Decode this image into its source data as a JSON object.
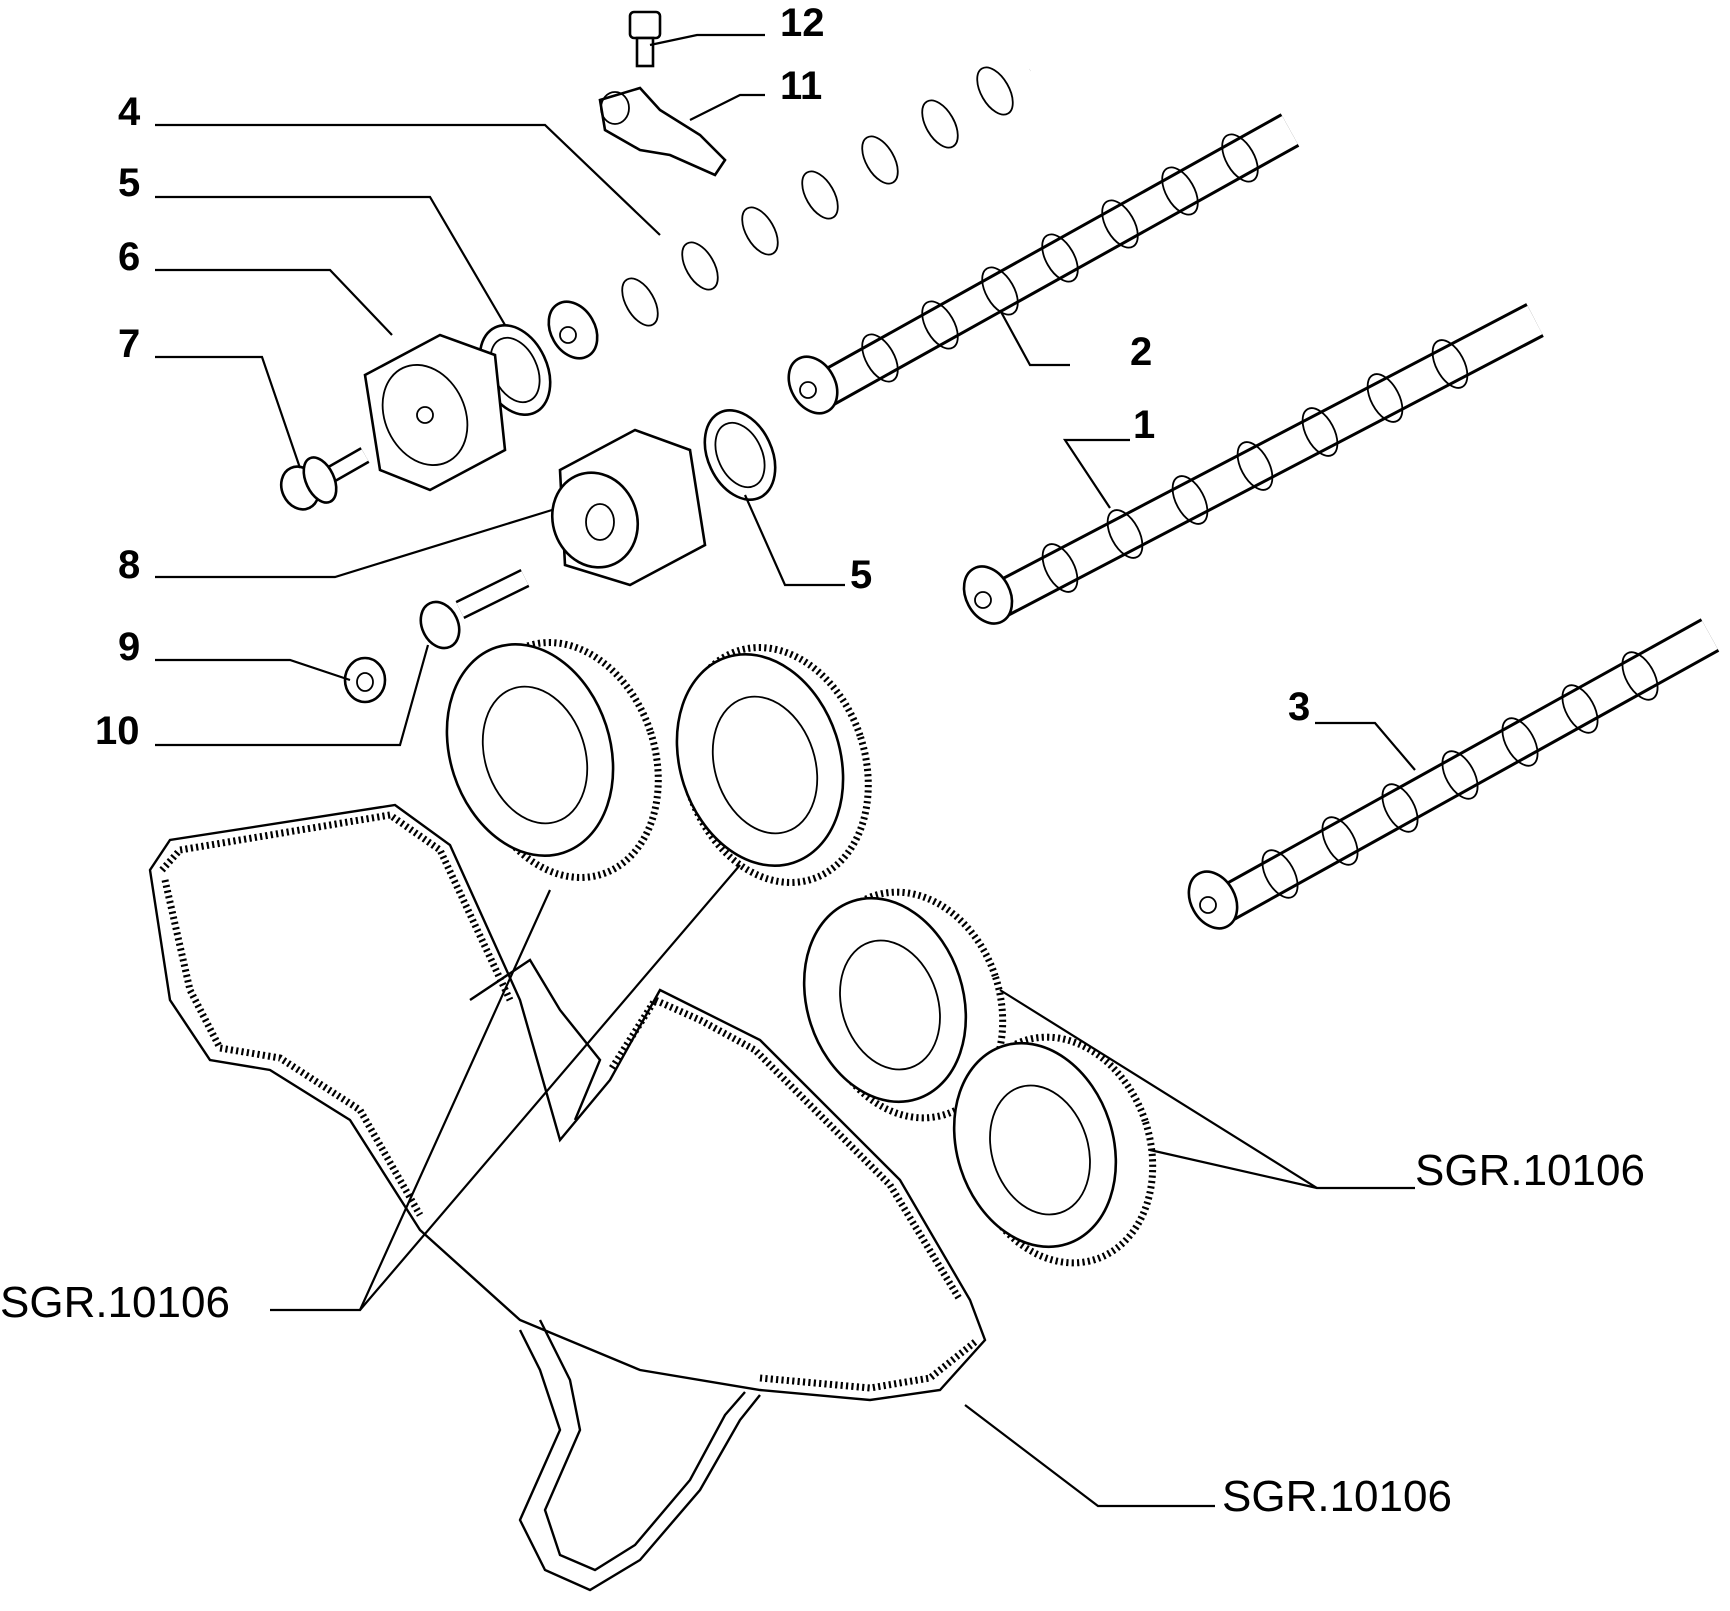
{
  "title": "",
  "callouts": {
    "c1": "1",
    "c2": "2",
    "c3": "3",
    "c4": "4",
    "c5a": "5",
    "c5b": "5",
    "c6": "6",
    "c7": "7",
    "c8": "8",
    "c9": "9",
    "c10": "10",
    "c11": "11",
    "c12": "12"
  },
  "references": {
    "left": "SGR.10106",
    "right": "SGR.10106",
    "bottom": "SGR.10106"
  },
  "parts": [
    {
      "id": "1",
      "name": "camshaft",
      "icon": "camshaft-icon"
    },
    {
      "id": "2",
      "name": "camshaft",
      "icon": "camshaft-icon"
    },
    {
      "id": "3",
      "name": "camshaft",
      "icon": "camshaft-icon"
    },
    {
      "id": "4",
      "name": "camshaft",
      "icon": "camshaft-icon"
    },
    {
      "id": "5",
      "name": "oil seal",
      "icon": "seal-ring-icon"
    },
    {
      "id": "6",
      "name": "phase variator",
      "icon": "variator-icon"
    },
    {
      "id": "7",
      "name": "bolt",
      "icon": "bolt-icon"
    },
    {
      "id": "8",
      "name": "phase variator",
      "icon": "variator-icon"
    },
    {
      "id": "9",
      "name": "plug",
      "icon": "plug-icon"
    },
    {
      "id": "10",
      "name": "bolt",
      "icon": "bolt-icon"
    },
    {
      "id": "11",
      "name": "sensor",
      "icon": "sensor-icon"
    },
    {
      "id": "12",
      "name": "screw",
      "icon": "screw-icon"
    }
  ]
}
